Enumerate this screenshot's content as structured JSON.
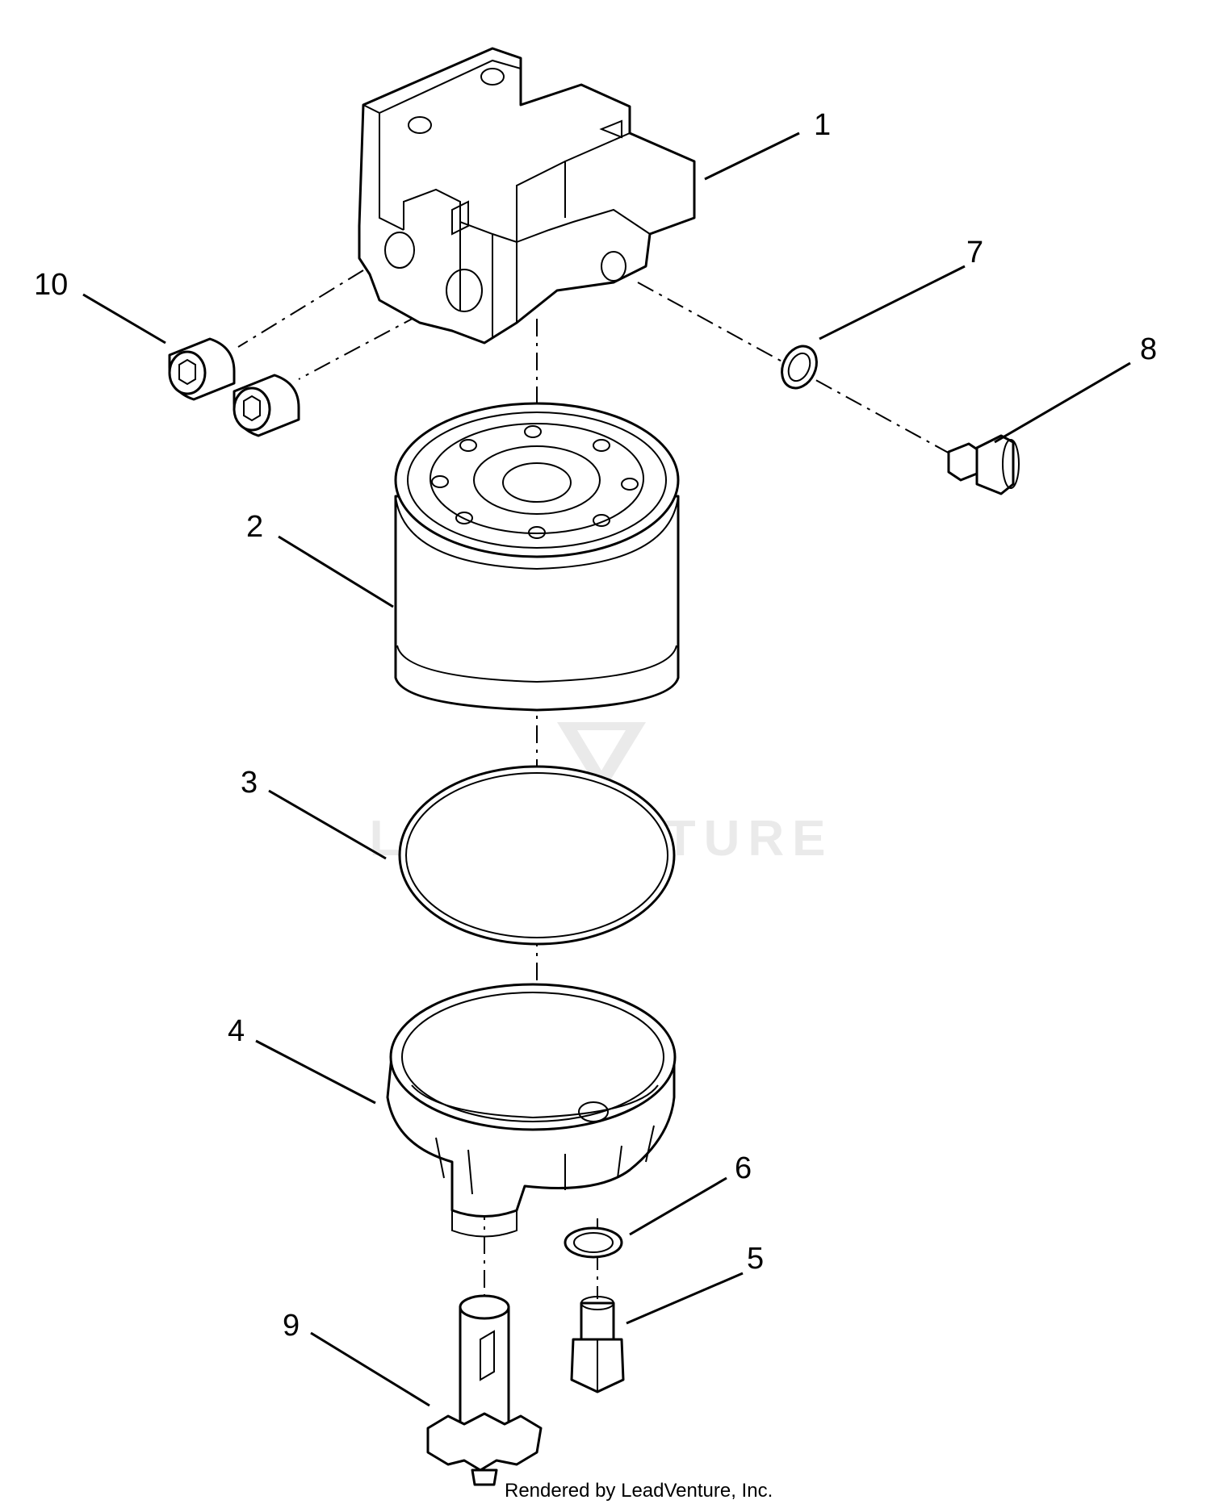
{
  "diagram": {
    "callouts": [
      {
        "id": "1",
        "label": "1"
      },
      {
        "id": "2",
        "label": "2"
      },
      {
        "id": "3",
        "label": "3"
      },
      {
        "id": "4",
        "label": "4"
      },
      {
        "id": "5",
        "label": "5"
      },
      {
        "id": "6",
        "label": "6"
      },
      {
        "id": "7",
        "label": "7"
      },
      {
        "id": "8",
        "label": "8"
      },
      {
        "id": "9",
        "label": "9"
      },
      {
        "id": "10",
        "label": "10"
      }
    ]
  },
  "watermark": {
    "text": "LEADVENTURE",
    "color": "#d9d9d9"
  },
  "footer": {
    "credit": "Rendered by LeadVenture, Inc."
  }
}
